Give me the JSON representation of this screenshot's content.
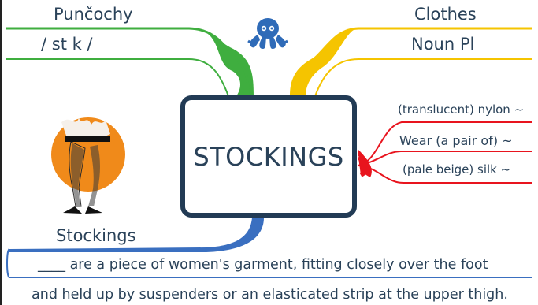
{
  "central": {
    "title": "STOCKINGS"
  },
  "branches": {
    "translation": {
      "label": "Punčochy",
      "pronunciation": "/  st   k     /",
      "color": "#3fae3f"
    },
    "category": {
      "label": "Clothes",
      "grammar": "Noun Pl",
      "color": "#f5c400"
    },
    "collocations": {
      "color": "#e8141e",
      "items": [
        "(translucent) nylon ~",
        "Wear (a pair of) ~",
        "(pale beige) silk ~"
      ]
    },
    "definition": {
      "label": "Stockings",
      "line1": "____ are a piece of women's garment, fitting closely over the foot",
      "line2": "and held up by suspenders or an elasticated strip at the upper thigh.",
      "color": "#3a6fc0"
    }
  },
  "icons": {
    "octopus": "octopus-logo-icon",
    "picture": "stockings-legs-illustration"
  }
}
